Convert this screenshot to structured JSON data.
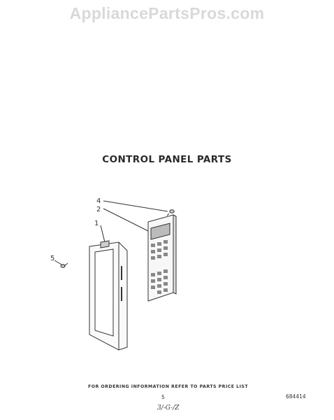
{
  "watermark": "AppliancePartsPros.com",
  "title": "CONTROL PANEL PARTS",
  "callouts": [
    "4",
    "2",
    "1",
    "5"
  ],
  "footer": {
    "note": "FOR ORDERING INFORMATION REFER TO PARTS PRICE LIST",
    "page_number": "5",
    "diagram_number": "684414",
    "handwritten": "3/-G-/Z"
  },
  "colors": {
    "ink": "#333333",
    "watermark": "#d9d9d9",
    "background": "#ffffff"
  }
}
